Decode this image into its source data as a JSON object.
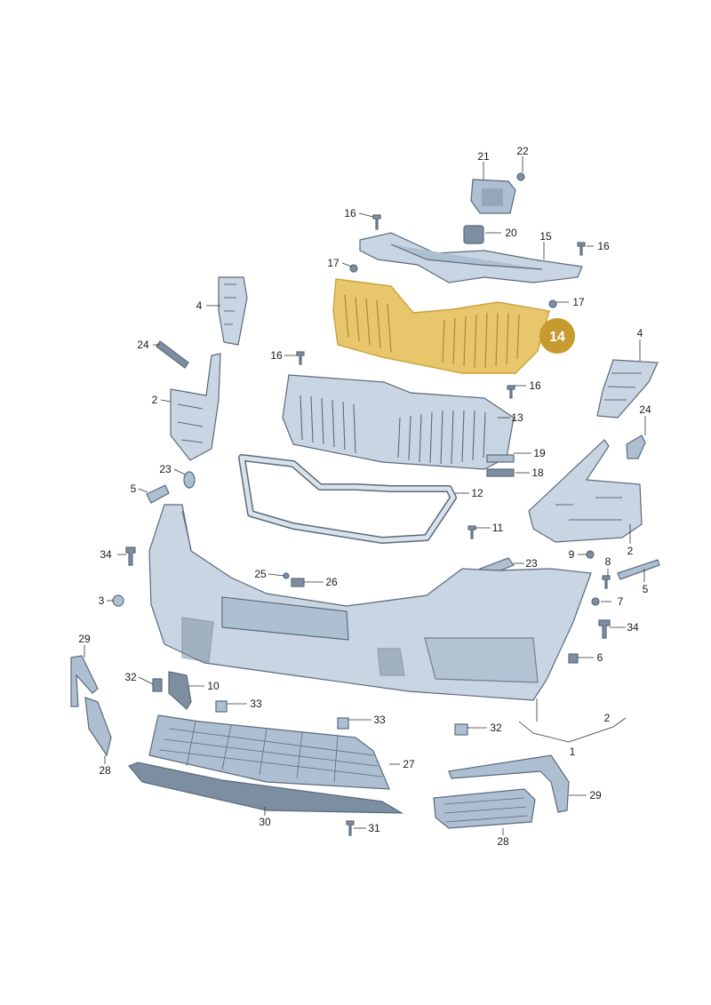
{
  "highlight": {
    "label": "14",
    "color": "#c59a2e"
  },
  "colors": {
    "part": "#c9d5e2",
    "highlight": "#e8c66b"
  },
  "labels": [
    {
      "id": "l21",
      "text": "21"
    },
    {
      "id": "l22",
      "text": "22"
    },
    {
      "id": "l16a",
      "text": "16"
    },
    {
      "id": "l20",
      "text": "20"
    },
    {
      "id": "l15",
      "text": "15"
    },
    {
      "id": "l16b",
      "text": "16"
    },
    {
      "id": "l17a",
      "text": "17"
    },
    {
      "id": "l17b",
      "text": "17"
    },
    {
      "id": "l4a",
      "text": "4"
    },
    {
      "id": "l4b",
      "text": "4"
    },
    {
      "id": "l24a",
      "text": "24"
    },
    {
      "id": "l16c",
      "text": "16"
    },
    {
      "id": "l16d",
      "text": "16"
    },
    {
      "id": "l2a",
      "text": "2"
    },
    {
      "id": "l13",
      "text": "13"
    },
    {
      "id": "l24b",
      "text": "24"
    },
    {
      "id": "l19",
      "text": "19"
    },
    {
      "id": "l23a",
      "text": "23"
    },
    {
      "id": "l18",
      "text": "18"
    },
    {
      "id": "l5a",
      "text": "5"
    },
    {
      "id": "l12",
      "text": "12"
    },
    {
      "id": "l11",
      "text": "11"
    },
    {
      "id": "l2b",
      "text": "2"
    },
    {
      "id": "l34a",
      "text": "34"
    },
    {
      "id": "l23b",
      "text": "23"
    },
    {
      "id": "l9",
      "text": "9"
    },
    {
      "id": "l8",
      "text": "8"
    },
    {
      "id": "l25",
      "text": "25"
    },
    {
      "id": "l26",
      "text": "26"
    },
    {
      "id": "l5b",
      "text": "5"
    },
    {
      "id": "l3",
      "text": "3"
    },
    {
      "id": "l7",
      "text": "7"
    },
    {
      "id": "l34b",
      "text": "34"
    },
    {
      "id": "l29a",
      "text": "29"
    },
    {
      "id": "l6",
      "text": "6"
    },
    {
      "id": "l32a",
      "text": "32"
    },
    {
      "id": "l10",
      "text": "10"
    },
    {
      "id": "l33a",
      "text": "33"
    },
    {
      "id": "l33b",
      "text": "33"
    },
    {
      "id": "l2c",
      "text": "2"
    },
    {
      "id": "l32b",
      "text": "32"
    },
    {
      "id": "l1",
      "text": "1"
    },
    {
      "id": "l28a",
      "text": "28"
    },
    {
      "id": "l27",
      "text": "27"
    },
    {
      "id": "l29b",
      "text": "29"
    },
    {
      "id": "l30",
      "text": "30"
    },
    {
      "id": "l31",
      "text": "31"
    },
    {
      "id": "l28b",
      "text": "28"
    }
  ]
}
